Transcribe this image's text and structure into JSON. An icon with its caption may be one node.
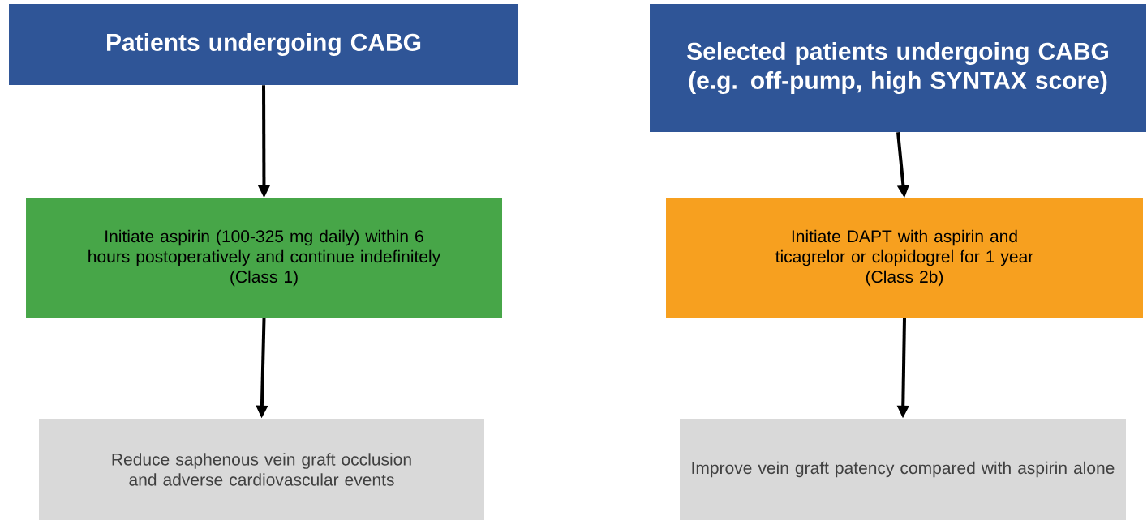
{
  "diagram": {
    "nodes": [
      {
        "text": [
          "Patients undergoing CABG"
        ]
      },
      {
        "text": [
          "Initiate aspirin (100-325 mg daily) within 6 hours postoperatively and continue indefinitely",
          "(Class 1)"
        ]
      },
      {
        "text": [
          "Reduce saphenous vein graft occlusion and adverse cardiovascular events"
        ]
      },
      {
        "text": [
          "Selected patients undergoing CABG (e.g. off-pump, high SYNTAX score)"
        ]
      },
      {
        "text": [
          "Initiate DAPT with aspirin and ticagrelor or clopidogrel for 1 year",
          "(Class 2b)"
        ]
      },
      {
        "text": [
          "Improve vein graft patency compared with aspirin alone"
        ]
      }
    ],
    "edges": [
      {
        "from": 0,
        "to": 1,
        "arrow": "to"
      },
      {
        "from": 1,
        "to": 2,
        "arrow": "to"
      },
      {
        "from": 3,
        "to": 4,
        "arrow": "to"
      },
      {
        "from": 4,
        "to": 5,
        "arrow": "to"
      }
    ]
  }
}
